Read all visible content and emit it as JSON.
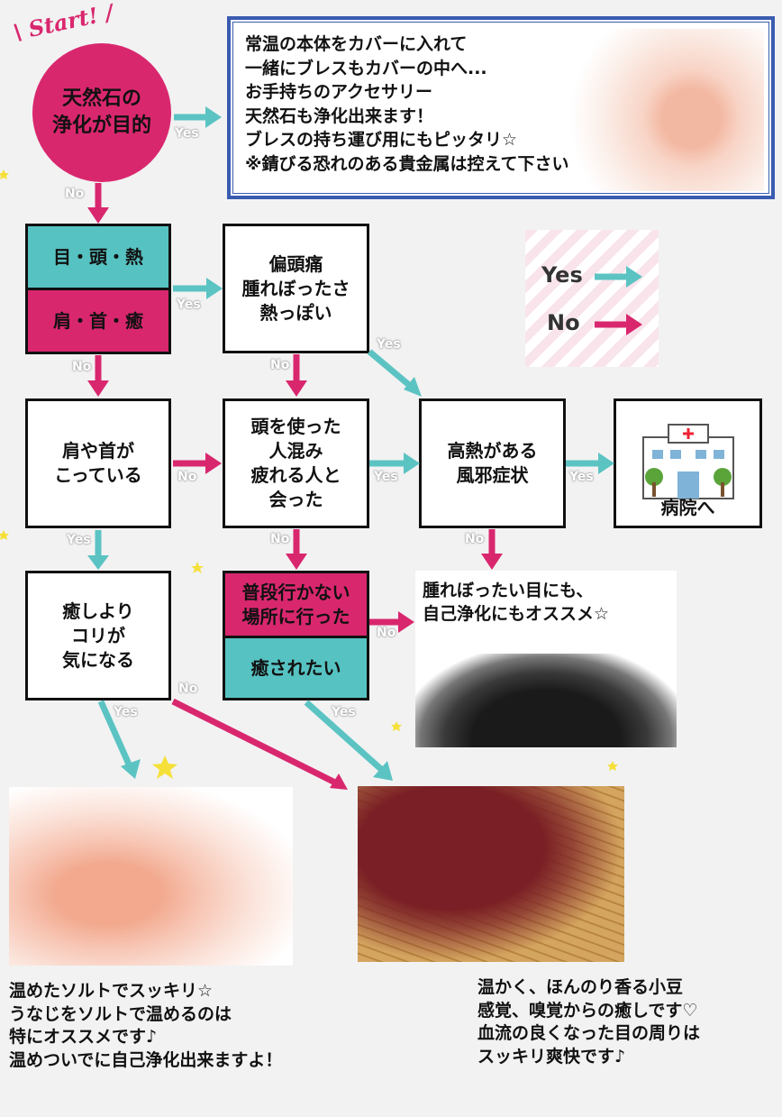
{
  "start": {
    "banner": "Start!",
    "circle_text": "天然石の\n浄化が目的"
  },
  "top_note": "常温の本体をカバーに入れて\n一緒にブレスもカバーの中へ...\nお手持ちのアクセサリー\n天然石も浄化出来ます！\nブレスの持ち運び用にもピッタリ☆\n※錆びる恐れのある貴金属は控えて下さい",
  "nodes": {
    "eye_head_fever": "目・頭・熱",
    "shoulder_neck_heal": "肩・首・癒",
    "headache": "偏頭痛\n腫れぼったさ\n熱っぽい",
    "stiff": "肩や首が\nこっている",
    "crowd": "頭を使った\n人混み\n疲れる人と\n会った",
    "fever_cold": "高熱がある\n風邪症状",
    "hospital": "病院へ",
    "rather_than_heal": "癒しより\nコリが\n気になる",
    "unusual_place": "普段行かない\n場所に行った",
    "want_healing": "癒されたい"
  },
  "legend": {
    "yes": "Yes",
    "no": "No"
  },
  "edge_labels": {
    "yes": "Yes",
    "no": "No"
  },
  "obsidian_caption": "腫れぼったい目にも、\n自己浄化にもオススメ☆",
  "salt_caption": "温めたソルトでスッキリ☆\nうなじをソルトで温めるのは\n特にオススメです♪\n温めついでに自己浄化出来ますよ！",
  "bean_caption": "温かく、ほんのり香る小豆\n感覚、嗅覚からの癒しです♡\n血流の良くなった目の周りは\nスッキリ爽快です♪",
  "colors": {
    "yes": "#5cc3c3",
    "no": "#d9276e",
    "teal": "#57c2c2",
    "pink": "#d9276e",
    "frame": "#3a5bb0"
  }
}
